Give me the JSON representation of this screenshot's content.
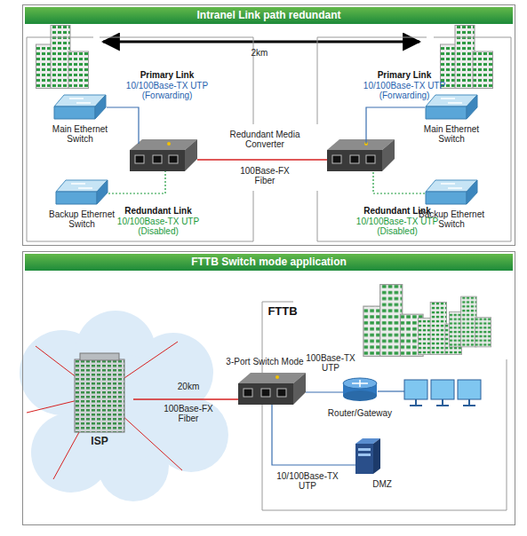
{
  "diagram": {
    "nodes": [
      {
        "text": [
          "Intranel Link path redundant"
        ]
      },
      {
        "text": [
          "Main Ethernet Switch"
        ],
        "in": 0
      },
      {
        "text": [
          "Backup Ethernet Switch"
        ],
        "in": 0
      },
      {
        "text": [
          "Main Ethernet Switch"
        ],
        "in": 0
      },
      {
        "text": [
          "Backup Ethernet Switch"
        ],
        "in": 0
      },
      {
        "text": [
          "FTTB Switch mode application"
        ]
      },
      {
        "text": [
          "ISP"
        ],
        "in": 5
      },
      {
        "text": [
          "Router/Gateway"
        ],
        "in": 5
      },
      {
        "text": [
          "DMZ"
        ],
        "in": 5
      }
    ],
    "labels": [
      "2km",
      "Primary Link",
      "10/100Base-TX UTP (Forwarding)",
      "Primary Link",
      "10/100Base-TX UTP (Forwarding)",
      "Redundant Media Converter",
      "100Base-FX Fiber",
      "Redundant Link",
      "10/100Base-TX UTP (Disabled)",
      "Redundant Link",
      "10/100Base-TX UTP (Disabled)",
      "FTTB",
      "3-Port Switch Mode",
      "100Base-TX UTP",
      "20km",
      "100Base-FX Fiber",
      "10/100Base-TX UTP"
    ]
  }
}
